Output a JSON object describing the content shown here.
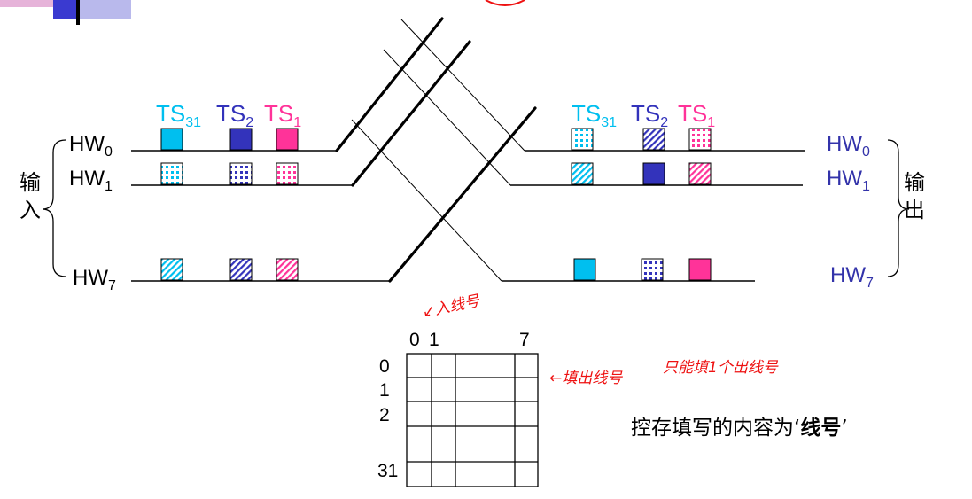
{
  "colors": {
    "cyan": "#00bfef",
    "blue": "#3333bb",
    "pink": "#ff3399",
    "label_blue": "#3333aa",
    "handwriting": "#ee1111",
    "bar_blue": "#3a3ad0"
  },
  "input_side": {
    "group_label_line1": "输",
    "group_label_line2": "入",
    "highways": [
      {
        "name": "HW",
        "sub": "0"
      },
      {
        "name": "HW",
        "sub": "1"
      },
      {
        "name": "HW",
        "sub": "7"
      }
    ],
    "timeslots": [
      {
        "name": "TS",
        "sub": "31"
      },
      {
        "name": "TS",
        "sub": "2"
      },
      {
        "name": "TS",
        "sub": "1"
      }
    ]
  },
  "output_side": {
    "group_label_line1": "输",
    "group_label_line2": "出",
    "highways": [
      {
        "name": "HW",
        "sub": "0"
      },
      {
        "name": "HW",
        "sub": "1"
      },
      {
        "name": "HW",
        "sub": "7"
      }
    ],
    "timeslots": [
      {
        "name": "TS",
        "sub": "31"
      },
      {
        "name": "TS",
        "sub": "2"
      },
      {
        "name": "TS",
        "sub": "1"
      }
    ]
  },
  "control_memory": {
    "col_labels": {
      "first": "0",
      "second": "1",
      "last": "7"
    },
    "row_labels": {
      "r0": "0",
      "r1": "1",
      "r2": "2",
      "rlast": "31"
    }
  },
  "caption": {
    "prefix": "控存填写的内容为",
    "open_quote": "‘",
    "emphasis": "线号",
    "close_quote": "’"
  },
  "handwriting": {
    "input_line_note": "↙入线号",
    "fill_note": "←填出线号",
    "one_note": "只能填1个出线号"
  }
}
